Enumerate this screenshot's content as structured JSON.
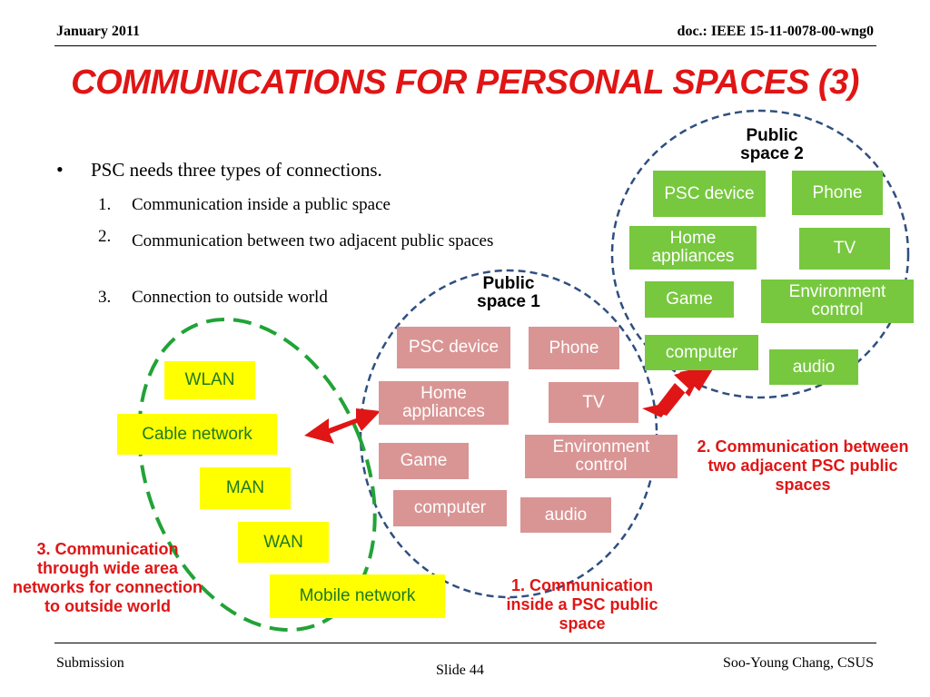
{
  "header": {
    "date": "January 2011",
    "doc": "doc.: IEEE 15-11-0078-00-wng0"
  },
  "title": "COMMUNICATIONS FOR PERSONAL SPACES (3)",
  "bullets": {
    "main": "PSC needs three types of connections.",
    "items": [
      {
        "num": "1.",
        "text": "Communication inside a public space"
      },
      {
        "num": "2.",
        "text": "Communication between two adjacent public spaces"
      },
      {
        "num": "3.",
        "text": "Connection to outside world"
      }
    ]
  },
  "space1": {
    "label": "Public space 1",
    "boxes": {
      "psc": "PSC device",
      "phone": "Phone",
      "home": "Home appliances",
      "tv": "TV",
      "game": "Game",
      "env": "Environment control",
      "computer": "computer",
      "audio": "audio"
    }
  },
  "space2": {
    "label": "Public space 2",
    "boxes": {
      "psc": "PSC device",
      "phone": "Phone",
      "home": "Home appliances",
      "tv": "TV",
      "game": "Game",
      "env": "Environment control",
      "computer": "computer",
      "audio": "audio"
    }
  },
  "networks": [
    "WLAN",
    "Cable network",
    "MAN",
    "WAN",
    "Mobile network"
  ],
  "notes": {
    "inside": "1. Communication inside a PSC public space",
    "between": "2. Communication between two adjacent PSC public spaces",
    "outside": "3. Communication through wide area networks for connection to outside world"
  },
  "footer": {
    "left": "Submission",
    "center": "Slide 44",
    "right": "Soo-Young Chang, CSUS"
  },
  "colors": {
    "title": "#e01515",
    "space1_box": "#d99594",
    "space2_box": "#77c83e",
    "network_box": "#ffff00",
    "arrow": "#e01515",
    "circle_dash": "#2f4f7f",
    "network_dash": "#21a336"
  }
}
